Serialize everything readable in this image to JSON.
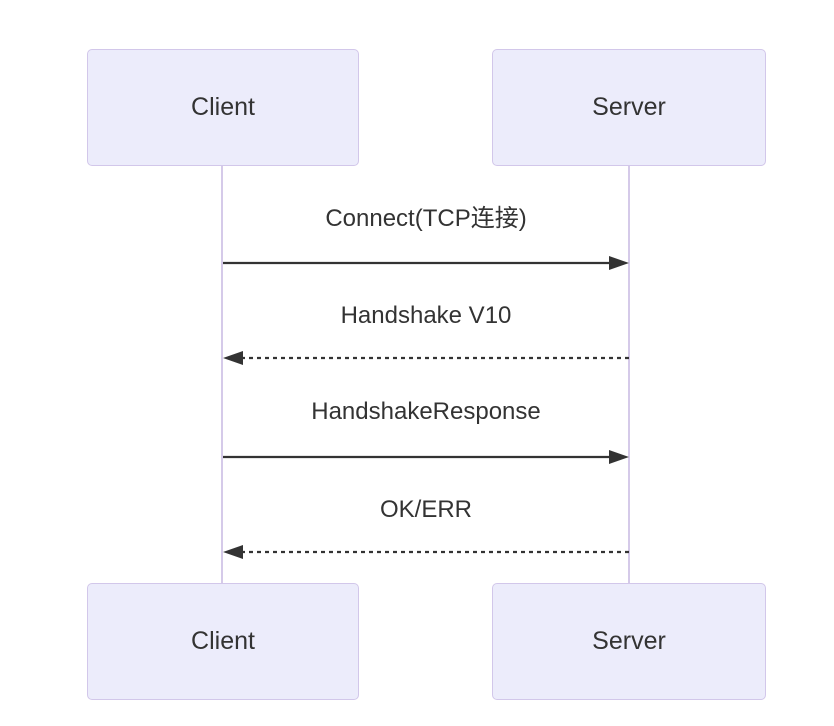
{
  "diagram": {
    "type": "sequence",
    "actors": [
      {
        "id": "client",
        "label": "Client"
      },
      {
        "id": "server",
        "label": "Server"
      }
    ],
    "messages": [
      {
        "from": "client",
        "to": "server",
        "label": "Connect(TCP连接)",
        "line": "solid",
        "arrow": "filled-right"
      },
      {
        "from": "server",
        "to": "client",
        "label": "Handshake V10",
        "line": "dashed",
        "arrow": "filled-left"
      },
      {
        "from": "client",
        "to": "server",
        "label": "HandshakeResponse",
        "line": "solid",
        "arrow": "filled-right"
      },
      {
        "from": "server",
        "to": "client",
        "label": "OK/ERR",
        "line": "dashed",
        "arrow": "filled-left"
      }
    ],
    "colors": {
      "actor_fill": "#ececfb",
      "actor_border": "#d2c7ea",
      "lifeline": "#d5cae9",
      "text": "#333333",
      "arrow": "#333333",
      "background": "#ffffff"
    }
  }
}
